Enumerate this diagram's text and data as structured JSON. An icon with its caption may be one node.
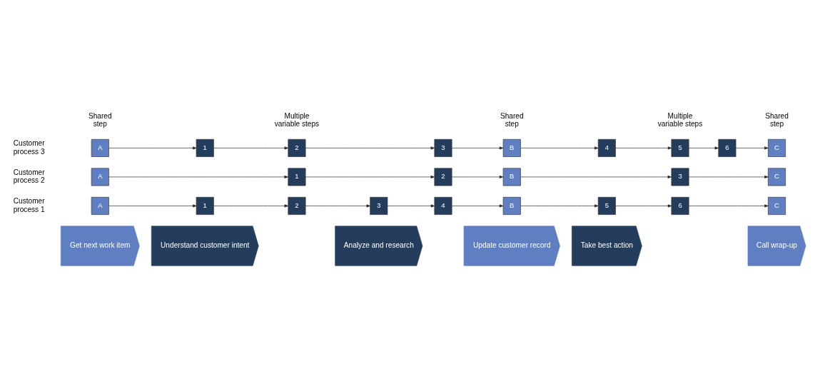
{
  "diagram": {
    "nodes": [
      {
        "text": [
          "Get next work item"
        ]
      },
      {
        "text": [
          "Understand customer intent"
        ]
      },
      {
        "text": [
          "Analyze and research"
        ]
      },
      {
        "text": [
          "Update customer record"
        ]
      },
      {
        "text": [
          "Take best action"
        ]
      },
      {
        "text": [
          "Call wrap-up"
        ]
      },
      {
        "text": [
          "A"
        ]
      },
      {
        "text": [
          "1"
        ]
      },
      {
        "text": [
          "2"
        ]
      },
      {
        "text": [
          "3"
        ]
      },
      {
        "text": [
          "4"
        ]
      },
      {
        "text": [
          "B"
        ]
      },
      {
        "text": [
          "5"
        ]
      },
      {
        "text": [
          "6"
        ]
      },
      {
        "text": [
          "C"
        ]
      },
      {
        "text": [
          "A"
        ]
      },
      {
        "text": [
          "1"
        ]
      },
      {
        "text": [
          "2"
        ]
      },
      {
        "text": [
          "B"
        ]
      },
      {
        "text": [
          "3"
        ]
      },
      {
        "text": [
          "C"
        ]
      },
      {
        "text": [
          "A"
        ]
      },
      {
        "text": [
          "1"
        ]
      },
      {
        "text": [
          "2"
        ]
      },
      {
        "text": [
          "3"
        ]
      },
      {
        "text": [
          "B"
        ]
      },
      {
        "text": [
          "4"
        ]
      },
      {
        "text": [
          "5"
        ]
      },
      {
        "text": [
          "6"
        ]
      },
      {
        "text": [
          "C"
        ]
      }
    ],
    "edges": [
      {
        "from": 6,
        "to": 7,
        "arrow": "to"
      },
      {
        "from": 7,
        "to": 8,
        "arrow": "to"
      },
      {
        "from": 8,
        "to": 9,
        "arrow": "to"
      },
      {
        "from": 9,
        "to": 10,
        "arrow": "to"
      },
      {
        "from": 10,
        "to": 11,
        "arrow": "to"
      },
      {
        "from": 11,
        "to": 12,
        "arrow": "to"
      },
      {
        "from": 12,
        "to": 13,
        "arrow": "to"
      },
      {
        "from": 13,
        "to": 14,
        "arrow": "to"
      },
      {
        "from": 15,
        "to": 16,
        "arrow": "to"
      },
      {
        "from": 16,
        "to": 17,
        "arrow": "to"
      },
      {
        "from": 17,
        "to": 18,
        "arrow": "to"
      },
      {
        "from": 18,
        "to": 19,
        "arrow": "to"
      },
      {
        "from": 19,
        "to": 20,
        "arrow": "to"
      },
      {
        "from": 21,
        "to": 22,
        "arrow": "to"
      },
      {
        "from": 22,
        "to": 23,
        "arrow": "to"
      },
      {
        "from": 23,
        "to": 24,
        "arrow": "to"
      },
      {
        "from": 24,
        "to": 25,
        "arrow": "to"
      },
      {
        "from": 25,
        "to": 26,
        "arrow": "to"
      },
      {
        "from": 26,
        "to": 27,
        "arrow": "to"
      },
      {
        "from": 27,
        "to": 28,
        "arrow": "to"
      },
      {
        "from": 28,
        "to": 29,
        "arrow": "to"
      }
    ],
    "labels": [
      "Customer process 1",
      "Customer process 2",
      "Customer process 3",
      "Shared step",
      "Multiple variable steps",
      "Shared step",
      "Multiple variable steps",
      "Shared step"
    ]
  }
}
